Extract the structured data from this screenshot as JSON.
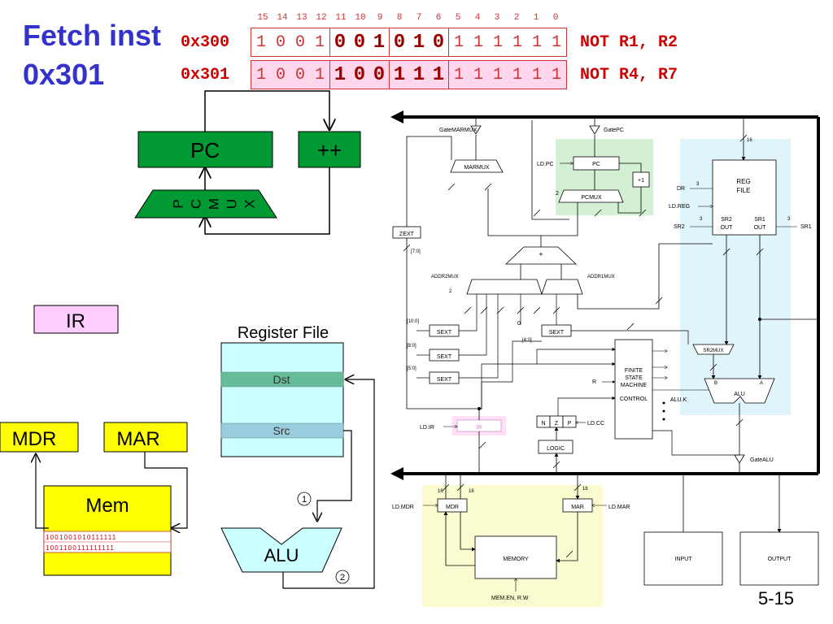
{
  "title": {
    "line1": "Fetch inst",
    "line2": "0x301"
  },
  "bit_numbers": [
    "15",
    "14",
    "13",
    "12",
    "11",
    "10",
    "9",
    "8",
    "7",
    "6",
    "5",
    "4",
    "3",
    "2",
    "1",
    "0"
  ],
  "instructions": [
    {
      "addr": "0x300",
      "asm": "NOT R1, R2",
      "groups": [
        [
          "1",
          "0",
          "0",
          "1"
        ],
        [
          "0",
          "0",
          "1"
        ],
        [
          "0",
          "1",
          "0"
        ],
        [
          "1",
          "1",
          "1",
          "1",
          "1",
          "1"
        ]
      ],
      "fill": "#ffffff"
    },
    {
      "addr": "0x301",
      "asm": "NOT R4, R7",
      "groups": [
        [
          "1",
          "0",
          "0",
          "1"
        ],
        [
          "1",
          "0",
          "0"
        ],
        [
          "1",
          "1",
          "1"
        ],
        [
          "1",
          "1",
          "1",
          "1",
          "1",
          "1"
        ]
      ],
      "fill": "#ffd6ec"
    }
  ],
  "left": {
    "pc": "PC",
    "inc": "++",
    "pcmux": [
      "P",
      "C",
      "M",
      "U",
      "X"
    ],
    "ir": "IR",
    "mdr": "MDR",
    "mar": "MAR",
    "mem": "Mem",
    "mem_rows": [
      "1001001010111111",
      "1001100111111111"
    ]
  },
  "regfile": {
    "title": "Register File",
    "dst": "Dst",
    "src": "Src",
    "alu": "ALU",
    "step1": "1",
    "step2": "2"
  },
  "datapath": {
    "gate_marmux": "GateMARMUX",
    "gate_pc": "GatePC",
    "marmux": "MARMUX",
    "ld_pc": "LD.PC",
    "pc": "PC",
    "plus1": "+1",
    "pcmux": "PCMUX",
    "zext": "ZEXT",
    "zext_bits": "[7:0]",
    "reg_file": [
      "REG",
      "FILE"
    ],
    "dr": "DR",
    "ld_reg": "LD.REG",
    "sr2": "SR2",
    "sr1": "SR1",
    "sr2_out": [
      "SR2",
      "OUT"
    ],
    "sr1_out": [
      "SR1",
      "OUT"
    ],
    "adder": "+",
    "addr2mux": "ADDR2MUX",
    "addr1mux": "ADDR1MUX",
    "sext": "SEXT",
    "sext_bits": [
      "[10:0]",
      "[8:0]",
      "[5:0]",
      "[4:0]"
    ],
    "fsm": [
      "FINITE",
      "STATE",
      "MACHINE"
    ],
    "control": "CONTROL",
    "r": "R",
    "sr2mux": "SR2MUX",
    "alu": "ALU",
    "aluk": "ALU.K",
    "alu_b": "B",
    "alu_a": "A",
    "ld_ir": "LD.IR",
    "ir": "IR",
    "nzp": [
      "N",
      "Z",
      "P"
    ],
    "ld_cc": "LD.CC",
    "logic": "LOGIC",
    "gate_alu": "GateALU",
    "ld_mdr": "LD.MDR",
    "mdr": "MDR",
    "mar": "MAR",
    "ld_mar": "LD.MAR",
    "memory": "MEMORY",
    "mem_en": "MEM.EN, R.W",
    "input": "INPUT",
    "output": "OUTPUT",
    "width16": "16",
    "width2": "2",
    "width3": "3",
    "zero": "0"
  },
  "page_number": "5-15"
}
